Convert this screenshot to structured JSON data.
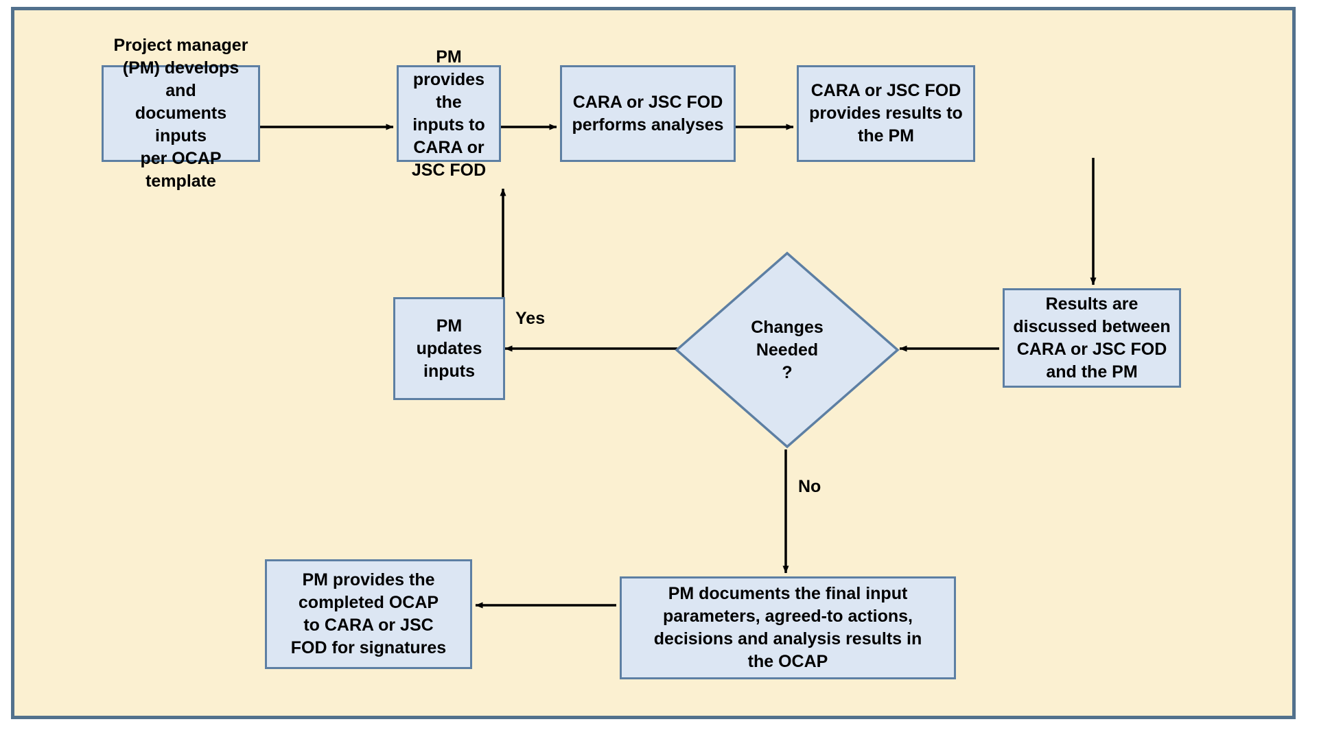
{
  "diagram": {
    "title": "OCAP development process flow",
    "background_color": "#fbf0d1",
    "frame_border_color": "#52718d",
    "node_fill_color": "#dce6f3",
    "node_border_color": "#5d7fa3",
    "text_color": "#000000",
    "arrow_color": "#000000"
  },
  "nodes": {
    "develop_inputs": "Project manager\n(PM) develops and\ndocuments inputs\nper OCAP template",
    "provide_inputs": "PM provides the\ninputs to CARA or\nJSC FOD",
    "perform_analyses": "CARA or JSC FOD\nperforms analyses",
    "provide_results": "CARA or JSC FOD\nprovides results to\nthe PM",
    "discuss_results": "Results are\ndiscussed between\nCARA or JSC FOD\nand the PM",
    "changes_needed": "Changes\nNeeded\n?",
    "update_inputs": "PM updates inputs",
    "document_final": "PM documents the final input\nparameters, agreed-to actions,\ndecisions and analysis results in\nthe OCAP",
    "provide_completed": "PM provides the\ncompleted OCAP\nto CARA or JSC\nFOD for signatures"
  },
  "edge_labels": {
    "yes": "Yes",
    "no": "No"
  }
}
